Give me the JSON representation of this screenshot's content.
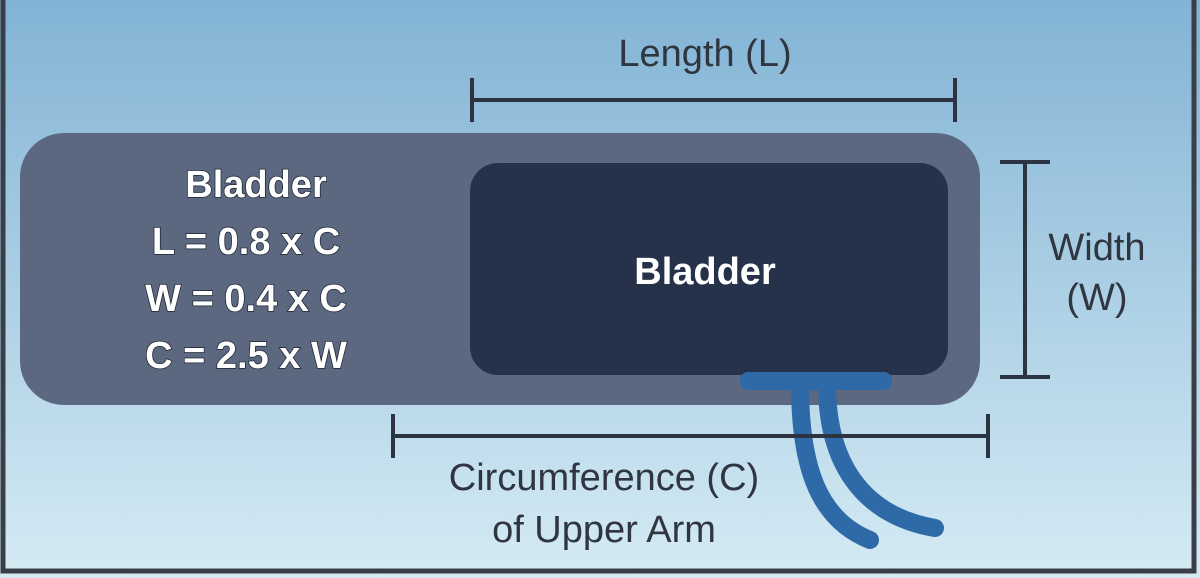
{
  "colors": {
    "background_top": "#82b3d5",
    "background_bottom": "#d5ebf4",
    "cuff": "#5b6880",
    "bladder": "#26324a",
    "tube": "#2f6aa8",
    "dimension_line": "#2b3440",
    "frame": "#3a3f47"
  },
  "labels": {
    "length": "Length (L)",
    "width_line1": "Width",
    "width_line2": "(W)",
    "circumference_line1": "Circumference (C)",
    "circumference_line2": "of Upper Arm",
    "bladder": "Bladder"
  },
  "cuff_notes": {
    "title": "Bladder",
    "formulas": [
      "L = 0.8 x C",
      "W = 0.4 x C",
      "C = 2.5 x W"
    ]
  }
}
